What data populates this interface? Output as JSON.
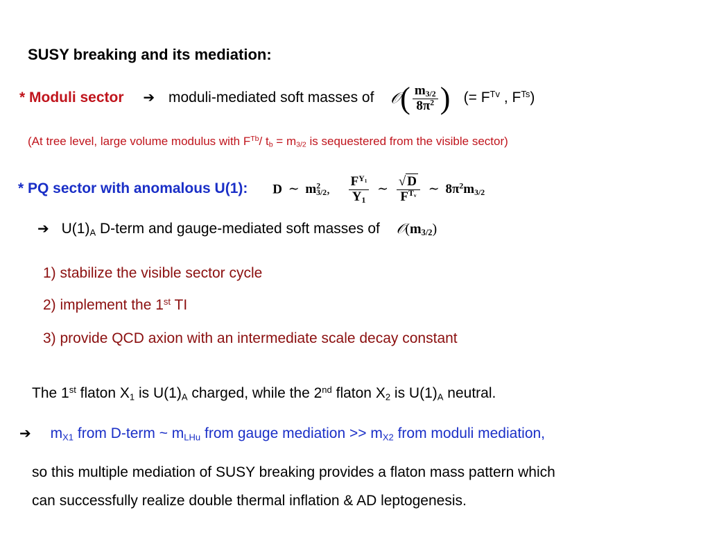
{
  "title": "SUSY breaking and its mediation:",
  "moduli": {
    "bullet": "* Moduli sector",
    "arrow": "➔",
    "text": "moduli-mediated soft masses of",
    "math": {
      "O": "𝒪",
      "lparen": "(",
      "num": "m",
      "num_sub": "3/2",
      "den": "8π",
      "den_sup": "2",
      "rparen": ")"
    },
    "eq_open": "(= F",
    "eq_sup1": "Tv",
    "eq_mid": " , F",
    "eq_sup2": "Ts",
    "eq_close": ")"
  },
  "tree": {
    "a": "(At tree level, large volume modulus with F",
    "sup": "Tb",
    "b": "/ t",
    "sub1": "b",
    "c": " = m",
    "sub2": "3/2",
    "d": " is sequestered from the visible sector)"
  },
  "pq": {
    "bullet": "* PQ sector with anomalous U(1):",
    "math": {
      "D": "D",
      "sim": "∼",
      "m": "m",
      "m_sup": "2",
      "m_sub": "3/2",
      "comma": ",",
      "f1_num": "F",
      "f1_num_sup": "Y",
      "f1_num_sup_sub": "1",
      "f1_den": "Y",
      "f1_den_sub": "1",
      "f2_num": "D",
      "f2_den": "F",
      "f2_den_sup": "T",
      "f2_den_sup_sub": "v",
      "last_a": "8π",
      "last_sup": "2",
      "last_b": "m",
      "last_sub": "3/2"
    }
  },
  "dterm": {
    "arrow": "➔",
    "a": "U(1)",
    "sub": "A",
    "b": " D-term and gauge-mediated soft masses of",
    "math": {
      "O": "𝒪",
      "lparen": "(",
      "m": "m",
      "m_sub": "3/2",
      "rparen": ")"
    }
  },
  "list": {
    "item1": "1) stabilize the visible sector cycle",
    "item2_a": "2) implement  the 1",
    "item2_sup": "st",
    "item2_b": " TI",
    "item3": "3) provide QCD axion with an intermediate scale decay constant"
  },
  "flaton": {
    "a": "The 1",
    "sup1": "st",
    "b": "  flaton X",
    "sub1": "1",
    "c": " is U(1)",
    "sub2": "A",
    "d": " charged, while the 2",
    "sup2": "nd",
    "e": " flaton X",
    "sub3": "2",
    "f": " is U(1)",
    "sub4": "A",
    "g": " neutral."
  },
  "mass": {
    "arrow": "➔",
    "a": "m",
    "sub1": "X1",
    "b": " from D-term  ~  m",
    "sub2": "LHu",
    "c": "  from gauge mediation   >>  m",
    "sub3": "X2",
    "d": " from moduli mediation,"
  },
  "conclusion": {
    "line1": "so this multiple mediation of SUSY breaking provides a flaton mass pattern which",
    "line2": "can successfully realize double thermal inflation & AD leptogenesis."
  },
  "colors": {
    "red": "#c0141c",
    "blue": "#1a2fc7",
    "maroon": "#8b0f0f"
  }
}
